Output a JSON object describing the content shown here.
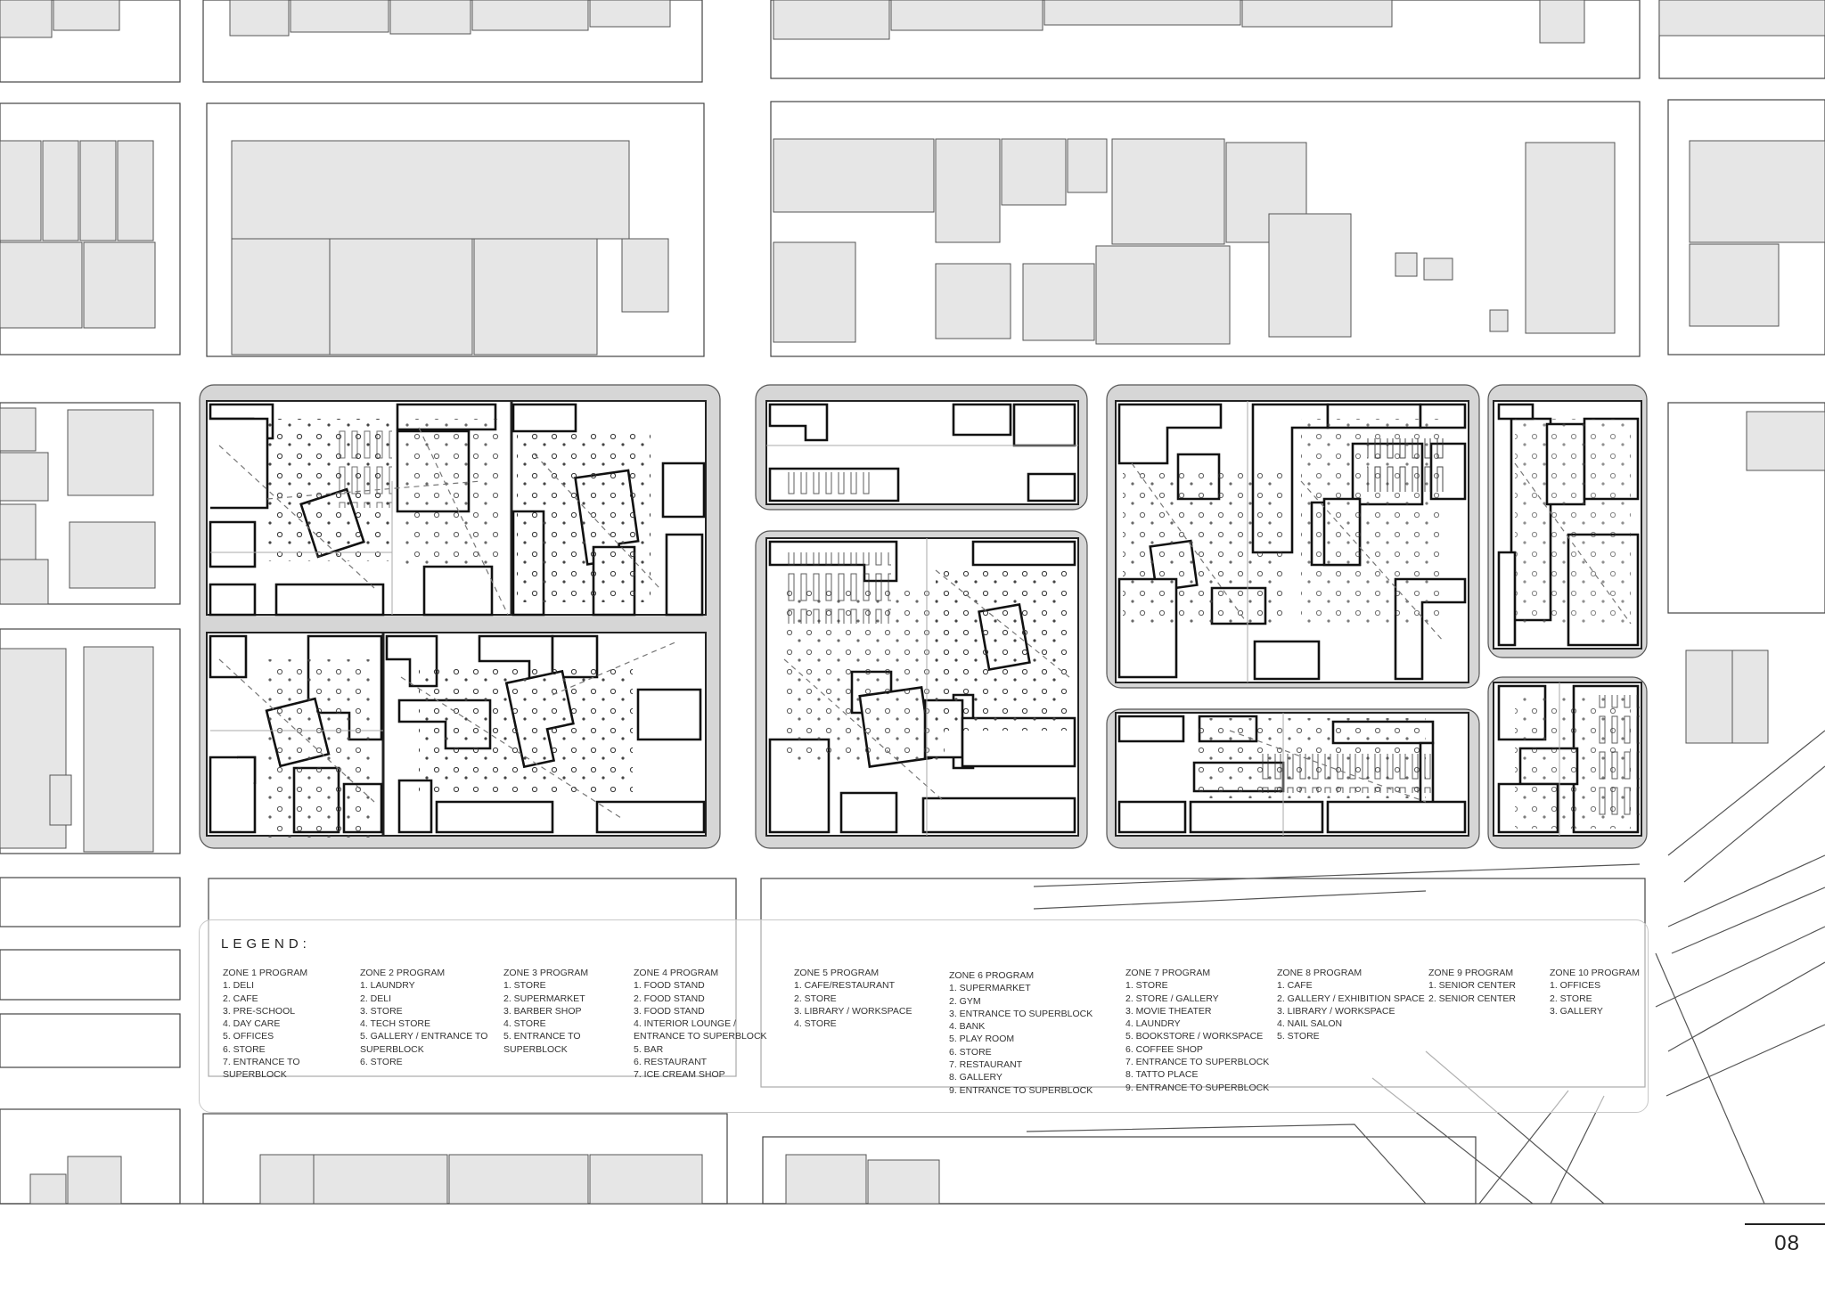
{
  "legend": {
    "title": "LEGEND:",
    "zones": [
      {
        "title": "ZONE 1 PROGRAM",
        "items": [
          "1.  DELI",
          "2. CAFE",
          "3. PRE-SCHOOL",
          "4. DAY CARE",
          "5. OFFICES",
          "6. STORE",
          "7. ENTRANCE TO",
          "SUPERBLOCK"
        ]
      },
      {
        "title": "ZONE 2 PROGRAM",
        "items": [
          "1. LAUNDRY",
          "2. DELI",
          "3. STORE",
          "4. TECH STORE",
          "5. GALLERY / ENTRANCE TO",
          "SUPERBLOCK",
          "6. STORE"
        ]
      },
      {
        "title": "ZONE 3 PROGRAM",
        "items": [
          "1. STORE",
          "2. SUPERMARKET",
          "3. BARBER SHOP",
          "4. STORE",
          "5. ENTRANCE TO",
          "SUPERBLOCK"
        ]
      },
      {
        "title": "ZONE 4 PROGRAM",
        "items": [
          "1. FOOD STAND",
          "2. FOOD STAND",
          "3. FOOD STAND",
          "4. INTERIOR LOUNGE /",
          "ENTRANCE TO SUPERBLOCK",
          "5. BAR",
          "6. RESTAURANT",
          "7. ICE CREAM SHOP"
        ]
      },
      {
        "title": "ZONE 5 PROGRAM",
        "items": [
          "1. CAFE/RESTAURANT",
          "2. STORE",
          "3. LIBRARY / WORKSPACE",
          "4. STORE"
        ]
      },
      {
        "title": "ZONE 6 PROGRAM",
        "items": [
          "1. SUPERMARKET",
          "2. GYM",
          "3. ENTRANCE TO SUPERBLOCK",
          "4. BANK",
          "5. PLAY ROOM",
          "6. STORE",
          "7. RESTAURANT",
          "8. GALLERY",
          "9. ENTRANCE TO SUPERBLOCK"
        ]
      },
      {
        "title": "ZONE 7 PROGRAM",
        "items": [
          "1. STORE",
          "2. STORE / GALLERY",
          "3. MOVIE THEATER",
          "4. LAUNDRY",
          "5. BOOKSTORE / WORKSPACE",
          "6. COFFEE SHOP",
          "7. ENTRANCE TO SUPERBLOCK",
          "8. TATTO PLACE",
          "9. ENTRANCE TO SUPERBLOCK"
        ]
      },
      {
        "title": "ZONE 8 PROGRAM",
        "items": [
          "1. CAFE",
          "2. GALLERY / EXHIBITION SPACE",
          "3. LIBRARY / WORKSPACE",
          "4. NAIL SALON",
          "5. STORE"
        ]
      },
      {
        "title": "ZONE 9 PROGRAM",
        "items": [
          "1. SENIOR CENTER",
          "2. SENIOR CENTER"
        ]
      },
      {
        "title": "ZONE 10 PROGRAM",
        "items": [
          "1. OFFICES",
          "2. STORE",
          "3. GALLERY"
        ]
      }
    ]
  },
  "page_number": "08"
}
